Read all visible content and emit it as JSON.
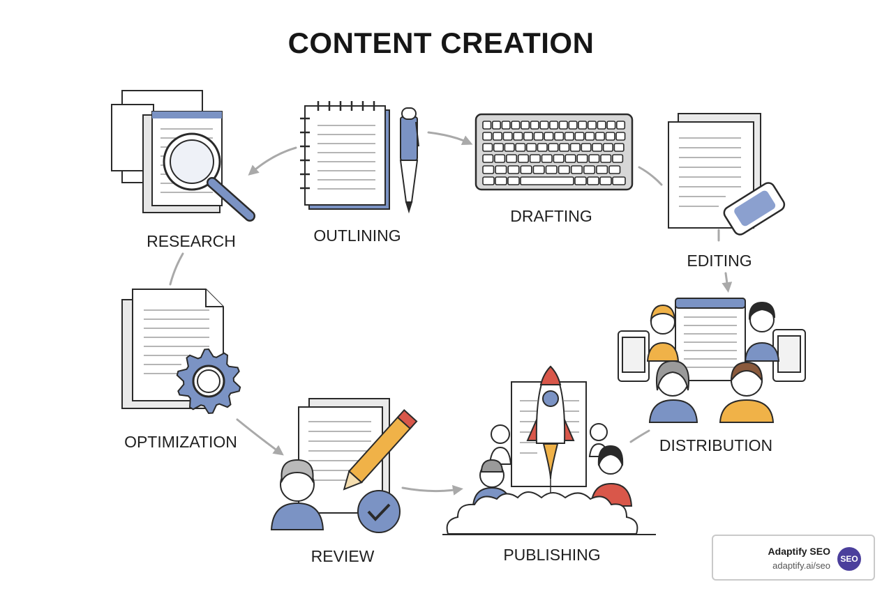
{
  "title": "CONTENT CREATION",
  "stages": {
    "research": "RESEARCH",
    "outlining": "OUTLINING",
    "drafting": "DRAFTING",
    "editing": "EDITING",
    "distribution": "DISTRIBUTION",
    "publishing": "PUBLISHING",
    "review": "REVIEW",
    "optimization": "OPTIMIZATION"
  },
  "brand": {
    "name": "Adaptify SEO",
    "url": "adaptify.ai/seo",
    "badge": "SEO"
  },
  "colors": {
    "accent_blue": "#7b93c4",
    "accent_red": "#d9574a",
    "accent_orange": "#f0b248",
    "arrow_gray": "#a9a9a9",
    "line_dark": "#2a2a2a",
    "badge_purple": "#4b3f9c"
  }
}
